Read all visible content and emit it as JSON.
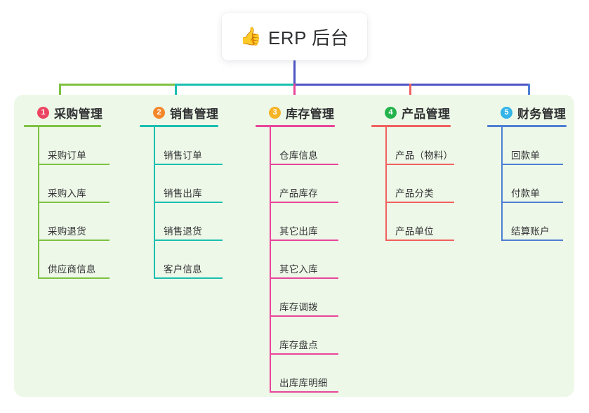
{
  "root": {
    "icon": "thumbs-up-icon",
    "icon_glyph": "👍",
    "title": "ERP 后台"
  },
  "theme": {
    "page_background": "#ffffff",
    "panel_background": "#eef8e8",
    "card_background": "#ffffff",
    "text_color": "#303133",
    "root_stem_color": "#4d55c4"
  },
  "branches": [
    {
      "number": "1",
      "title": "采购管理",
      "badge_color": "#ec4561",
      "line_color": "#7dc242",
      "items": [
        "采购订单",
        "采购入库",
        "采购退货",
        "供应商信息"
      ]
    },
    {
      "number": "2",
      "title": "销售管理",
      "badge_color": "#f5872b",
      "line_color": "#19bfb0",
      "items": [
        "销售订单",
        "销售出库",
        "销售退货",
        "客户信息"
      ]
    },
    {
      "number": "3",
      "title": "库存管理",
      "badge_color": "#f5b426",
      "line_color": "#e8469a",
      "items": [
        "仓库信息",
        "产品库存",
        "其它出库",
        "其它入库",
        "库存调拨",
        "库存盘点",
        "出库库明细"
      ]
    },
    {
      "number": "4",
      "title": "产品管理",
      "badge_color": "#24b34c",
      "line_color": "#f0615f",
      "items": [
        "产品（物料）",
        "产品分类",
        "产品单位"
      ]
    },
    {
      "number": "5",
      "title": "财务管理",
      "badge_color": "#35b4e8",
      "line_color": "#4d7fd4",
      "items": [
        "回款单",
        "付款单",
        "结算账户"
      ]
    }
  ],
  "chart_data": {
    "type": "diagram",
    "diagram_type": "mind-map",
    "title": "ERP 后台",
    "root": "ERP 后台",
    "orientation": "top-down",
    "levels": 2,
    "branch_count": 5,
    "nodes": [
      {
        "id": "root",
        "label": "ERP 后台",
        "level": 0,
        "parent": null
      },
      {
        "id": "b1",
        "label": "采购管理",
        "level": 1,
        "parent": "root",
        "index": 1,
        "color": "#7dc242"
      },
      {
        "id": "b1-1",
        "label": "采购订单",
        "level": 2,
        "parent": "b1"
      },
      {
        "id": "b1-2",
        "label": "采购入库",
        "level": 2,
        "parent": "b1"
      },
      {
        "id": "b1-3",
        "label": "采购退货",
        "level": 2,
        "parent": "b1"
      },
      {
        "id": "b1-4",
        "label": "供应商信息",
        "level": 2,
        "parent": "b1"
      },
      {
        "id": "b2",
        "label": "销售管理",
        "level": 1,
        "parent": "root",
        "index": 2,
        "color": "#19bfb0"
      },
      {
        "id": "b2-1",
        "label": "销售订单",
        "level": 2,
        "parent": "b2"
      },
      {
        "id": "b2-2",
        "label": "销售出库",
        "level": 2,
        "parent": "b2"
      },
      {
        "id": "b2-3",
        "label": "销售退货",
        "level": 2,
        "parent": "b2"
      },
      {
        "id": "b2-4",
        "label": "客户信息",
        "level": 2,
        "parent": "b2"
      },
      {
        "id": "b3",
        "label": "库存管理",
        "level": 1,
        "parent": "root",
        "index": 3,
        "color": "#e8469a"
      },
      {
        "id": "b3-1",
        "label": "仓库信息",
        "level": 2,
        "parent": "b3"
      },
      {
        "id": "b3-2",
        "label": "产品库存",
        "level": 2,
        "parent": "b3"
      },
      {
        "id": "b3-3",
        "label": "其它出库",
        "level": 2,
        "parent": "b3"
      },
      {
        "id": "b3-4",
        "label": "其它入库",
        "level": 2,
        "parent": "b3"
      },
      {
        "id": "b3-5",
        "label": "库存调拨",
        "level": 2,
        "parent": "b3"
      },
      {
        "id": "b3-6",
        "label": "库存盘点",
        "level": 2,
        "parent": "b3"
      },
      {
        "id": "b3-7",
        "label": "出库库明细",
        "level": 2,
        "parent": "b3"
      },
      {
        "id": "b4",
        "label": "产品管理",
        "level": 1,
        "parent": "root",
        "index": 4,
        "color": "#f0615f"
      },
      {
        "id": "b4-1",
        "label": "产品（物料）",
        "level": 2,
        "parent": "b4"
      },
      {
        "id": "b4-2",
        "label": "产品分类",
        "level": 2,
        "parent": "b4"
      },
      {
        "id": "b4-3",
        "label": "产品单位",
        "level": 2,
        "parent": "b4"
      },
      {
        "id": "b5",
        "label": "财务管理",
        "level": 1,
        "parent": "root",
        "index": 5,
        "color": "#4d7fd4"
      },
      {
        "id": "b5-1",
        "label": "回款单",
        "level": 2,
        "parent": "b5"
      },
      {
        "id": "b5-2",
        "label": "付款单",
        "level": 2,
        "parent": "b5"
      },
      {
        "id": "b5-3",
        "label": "结算账户",
        "level": 2,
        "parent": "b5"
      }
    ]
  }
}
